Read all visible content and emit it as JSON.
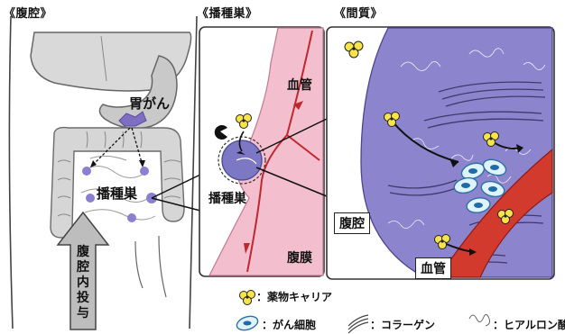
{
  "sections": {
    "cavity": "《腹腔》",
    "seeding": "《播種巣》",
    "interstitium": "《間質》"
  },
  "labels": {
    "gastric_cancer": "胃がん",
    "seeding_nodule": "播種巣",
    "seeding_nodule_zoom": "播種巣",
    "blood_vessel": "血管",
    "peritoneum": "腹膜",
    "peritoneal_cavity": "腹腔",
    "blood_vessel_box": "血管",
    "ip_admin": [
      "腹",
      "腔",
      "内",
      "投",
      "与"
    ]
  },
  "legend": {
    "carrier": "：薬物キャリア",
    "cancer_cell": "：がん細胞",
    "collagen": "：コラーゲン",
    "hyaluronic": "：ヒアルロン酸"
  }
}
